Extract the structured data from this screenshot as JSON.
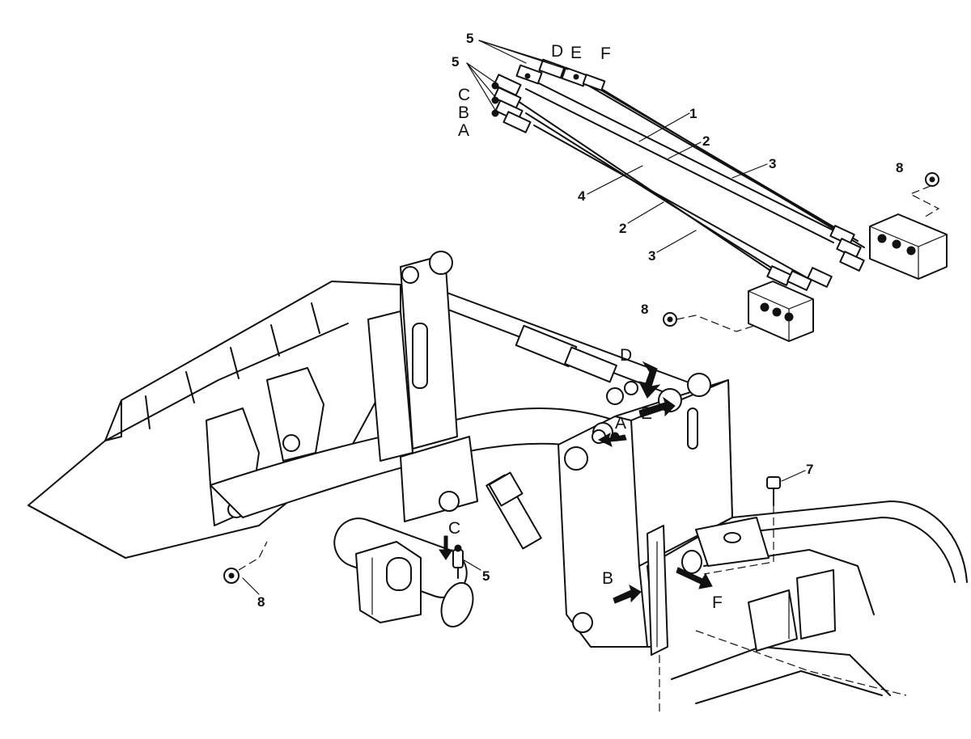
{
  "labels": {
    "top_5a": "5",
    "top_5b": "5",
    "top_D": "D",
    "top_E": "E",
    "top_F": "F",
    "top_C": "C",
    "top_B": "B",
    "top_A": "A",
    "n1": "1",
    "n2a": "2",
    "n2b": "2",
    "n3a": "3",
    "n3b": "3",
    "n4": "4",
    "n8a": "8",
    "n8b": "8",
    "n8c": "8",
    "n7": "7",
    "n5c": "5",
    "fr_D": "D",
    "fr_E": "E",
    "fr_A": "A",
    "fr_C": "C",
    "fr_B": "B",
    "fr_F": "F"
  }
}
